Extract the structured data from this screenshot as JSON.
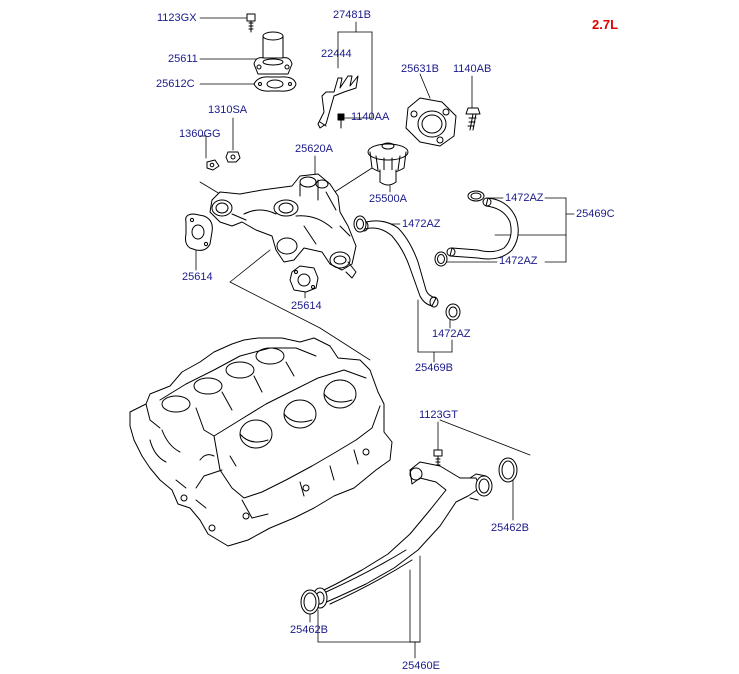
{
  "engine_label": "2.7L",
  "part_labels": {
    "p1123GX": "1123GX",
    "p27481B": "27481B",
    "p25611": "25611",
    "p22444": "22444",
    "p25612C": "25612C",
    "p25631B": "25631B",
    "p1140AB": "1140AB",
    "p1310SA": "1310SA",
    "p1140AA": "1140AA",
    "p1360GG": "1360GG",
    "p25620A": "25620A",
    "p25500A": "25500A",
    "p1472AZ_a": "1472AZ",
    "p25469C": "25469C",
    "p1472AZ_b": "1472AZ",
    "p1472AZ_c": "1472AZ",
    "p25614_a": "25614",
    "p25614_b": "25614",
    "p1472AZ_d": "1472AZ",
    "p25469B": "25469B",
    "p1123GT": "1123GT",
    "p25462B_a": "25462B",
    "p25462B_b": "25462B",
    "p25460E": "25460E"
  },
  "colors": {
    "label_text": "#1a1a8c",
    "engine_text": "#e00000",
    "linework": "#000000"
  }
}
